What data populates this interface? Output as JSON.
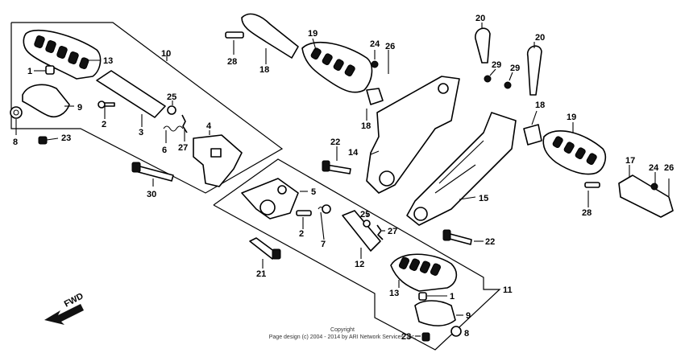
{
  "title": "Copyright",
  "copyright": "Page design (c) 2004 - 2014 by ARI Network Services, Inc.",
  "fwd_label": "FWD",
  "callouts": {
    "c1a": "1",
    "c1b": "1",
    "c2a": "2",
    "c2b": "2",
    "c3": "3",
    "c4": "4",
    "c5": "5",
    "c6": "6",
    "c7": "7",
    "c8a": "8",
    "c8b": "8",
    "c9a": "9",
    "c9b": "9",
    "c10": "10",
    "c11": "11",
    "c12": "12",
    "c13a": "13",
    "c13b": "13",
    "c14": "14",
    "c15": "15",
    "c17": "17",
    "c18a": "18",
    "c18b": "18",
    "c18c": "18",
    "c19a": "19",
    "c19b": "19",
    "c20a": "20",
    "c20b": "20",
    "c21": "21",
    "c22a": "22",
    "c22b": "22",
    "c23a": "23",
    "c23b": "23",
    "c24a": "24",
    "c24b": "24",
    "c25a": "25",
    "c25b": "25",
    "c26a": "26",
    "c26b": "26",
    "c27a": "27",
    "c27b": "27",
    "c28a": "28",
    "c28b": "28",
    "c29a": "29",
    "c29b": "29",
    "c30": "30"
  }
}
